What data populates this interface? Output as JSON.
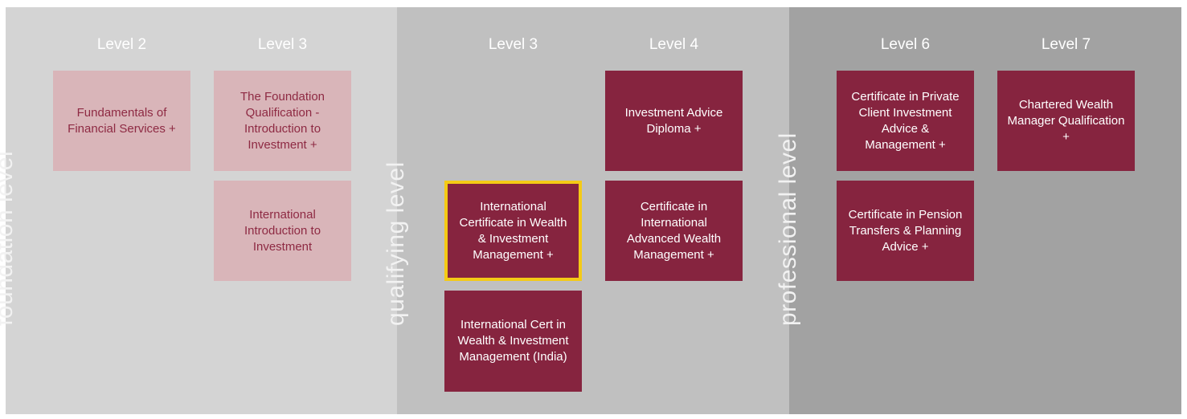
{
  "colors": {
    "foundation_bg": "#d4d4d4",
    "qualifying_bg": "#c0c0c0",
    "professional_bg": "#a2a2a2",
    "card_light": "#d9b5b9",
    "card_dark": "#86243f",
    "highlight": "#f4ca16"
  },
  "foundation": {
    "label": "foundation level",
    "col1": {
      "level": "Level 2"
    },
    "col2": {
      "level": "Level 3"
    },
    "cards": [
      "Fundamentals of Financial Services +",
      "The Foundation Qualification - Introduction to Investment +",
      "International Introduction to Investment"
    ]
  },
  "qualifying": {
    "label": "qualifying level",
    "col1": {
      "level": "Level 3"
    },
    "col2": {
      "level": "Level 4"
    },
    "cards": [
      "International Certificate in Wealth & Investment Management +",
      "International Cert in Wealth & Investment Management (India)",
      "Investment Advice Diploma +",
      "Certificate in International Advanced Wealth Management +"
    ]
  },
  "professional": {
    "label": "professional level",
    "col1": {
      "level": "Level 6"
    },
    "col2": {
      "level": "Level 7"
    },
    "cards": [
      "Certificate in Private Client Investment Advice & Management +",
      "Certificate in Pension Transfers & Planning Advice +",
      "Chartered Wealth Manager Qualification +"
    ]
  }
}
